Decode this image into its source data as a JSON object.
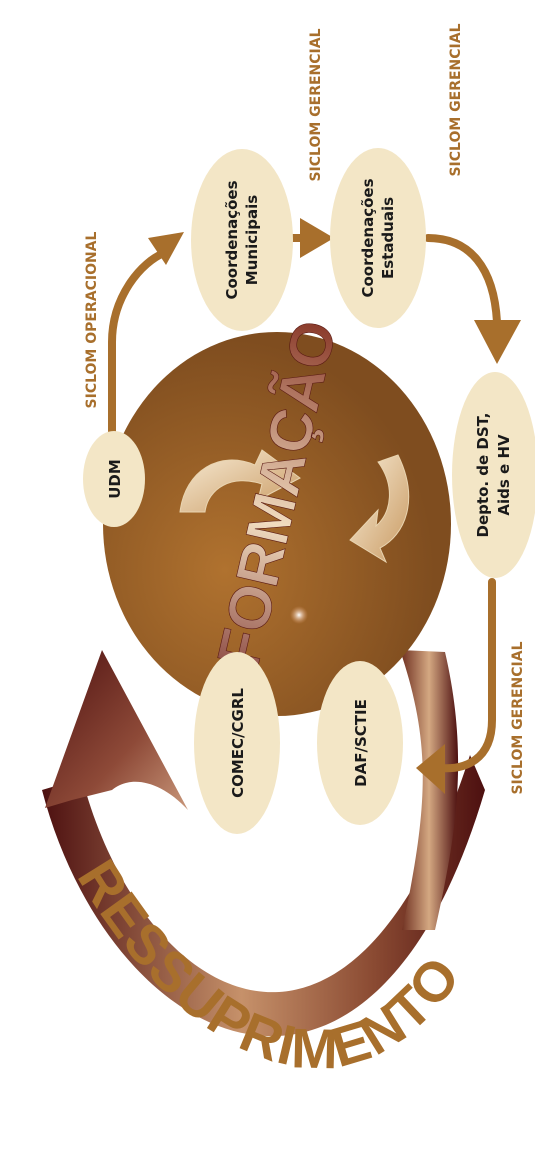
{
  "colors": {
    "brown": "#a86f2c",
    "brown_dark": "#5a1616",
    "brown_light": "#d6ad86",
    "node_fill": "#f3e6c6",
    "text_dark": "#1a1a1a",
    "center_glow": "#f6e7c8"
  },
  "center": {
    "label": "INFORMAÇÃO"
  },
  "nodes": {
    "udm": "UDM",
    "coord_mun_1": "Coordenações",
    "coord_mun_2": "Municipais",
    "coord_est_1": "Coordenações",
    "coord_est_2": "Estaduais",
    "depto_1": "Depto. de DST,",
    "depto_2": "Aids e HV",
    "daf": "DAF/SCTIE",
    "comec": "COMEC/CGRL"
  },
  "labels": {
    "siclom_operacional": "SICLOM OPERACIONAL",
    "siclom_gerencial_top1": "SICLOM GERENCIAL",
    "siclom_gerencial_top2": "SICLOM GERENCIAL",
    "siclom_gerencial_right": "SICLOM GERENCIAL"
  },
  "big_arrow": {
    "label": "RESSUPRIMENTO"
  }
}
